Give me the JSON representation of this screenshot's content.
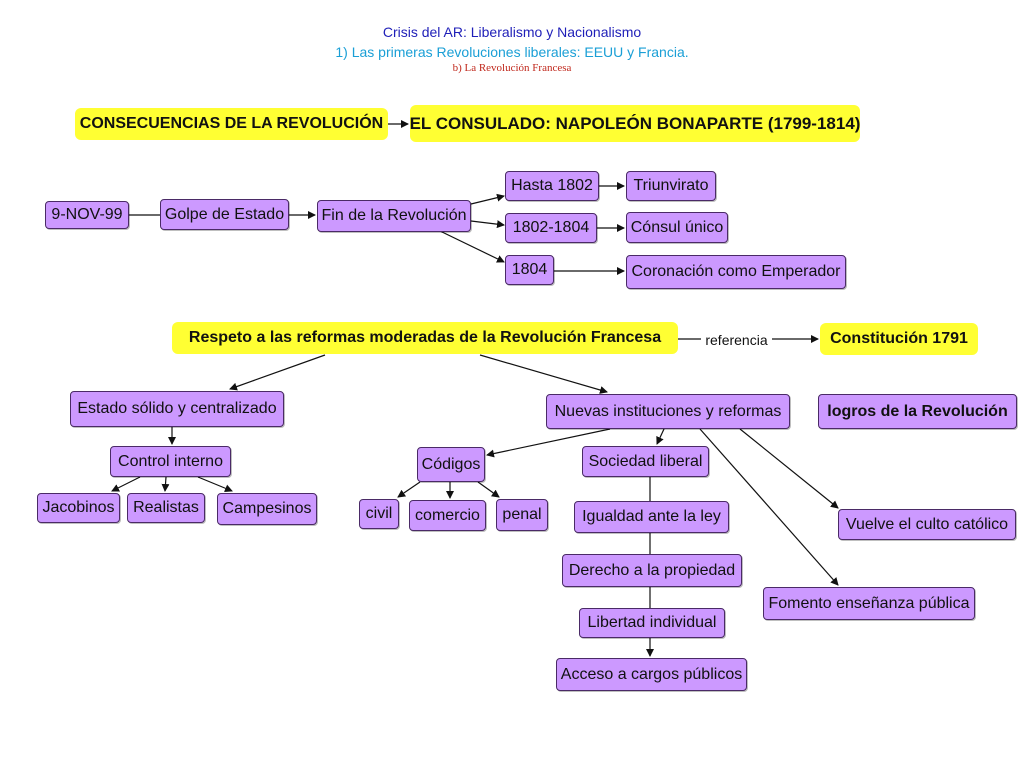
{
  "header": {
    "line1": "Crisis del AR: Liberalismo y Nacionalismo",
    "line2": "1) Las primeras Revoluciones liberales: EEUU y Francia.",
    "line3": "b) La Revolución Francesa"
  },
  "colors": {
    "yellow_box": "#ffff33",
    "purple_box": "#cc99ff",
    "title_blue": "#1f1fb8",
    "subtitle_cyan": "#1a9fd6",
    "subtitle_red": "#c0281c"
  },
  "nodes": {
    "consecuencias": "CONSECUENCIAS DE LA REVOLUCIÓN",
    "consulado": "EL CONSULADO: NAPOLEÓN BONAPARTE (1799-1814)",
    "fecha": "9-NOV-99",
    "golpe": "Golpe de Estado",
    "fin": "Fin de la Revolución",
    "hasta1802": "Hasta 1802",
    "triunvirato": "Triunvirato",
    "p1802": "1802-1804",
    "consul": "Cónsul único",
    "y1804": "1804",
    "coronacion": "Coronación como Emperador",
    "respeto": "Respeto a las reformas moderadas de la Revolución Francesa",
    "referencia": "referencia",
    "constitucion": "Constitución 1791",
    "estado": "Estado sólido y centralizado",
    "control": "Control interno",
    "jacobinos": "Jacobinos",
    "realistas": "Realistas",
    "campesinos": "Campesinos",
    "nuevas": "Nuevas instituciones y reformas",
    "logros": "logros de la Revolución",
    "codigos": "Códigos",
    "civil": "civil",
    "comercio": "comercio",
    "penal": "penal",
    "sociedad": "Sociedad liberal",
    "igualdad": "Igualdad ante la ley",
    "derecho": "Derecho a la propiedad",
    "libertad": "Libertad individual",
    "acceso": "Acceso a cargos públicos",
    "culto": "Vuelve el culto católico",
    "fomento": "Fomento enseñanza pública"
  }
}
